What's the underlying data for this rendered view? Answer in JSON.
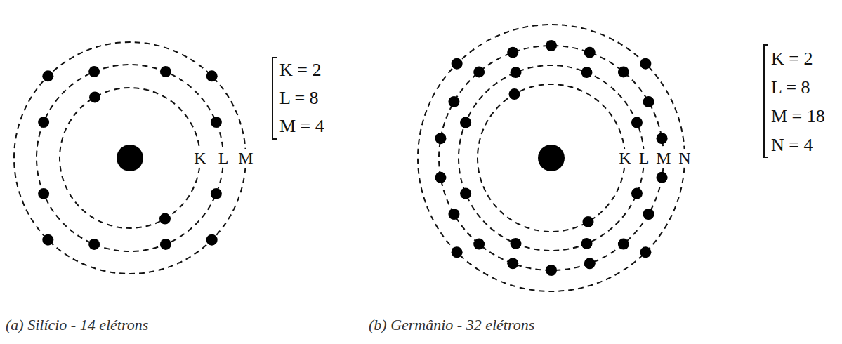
{
  "diagram": {
    "labels": [
      "K = 2",
      "L = 8",
      "M = 4",
      "K",
      "L",
      "M",
      "(a) Silício - 14 elétrons",
      "K = 2",
      "L = 8",
      "M = 18",
      "N = 4",
      "K",
      "L",
      "M",
      "N",
      "(b) Germânio - 32 elétrons"
    ]
  }
}
